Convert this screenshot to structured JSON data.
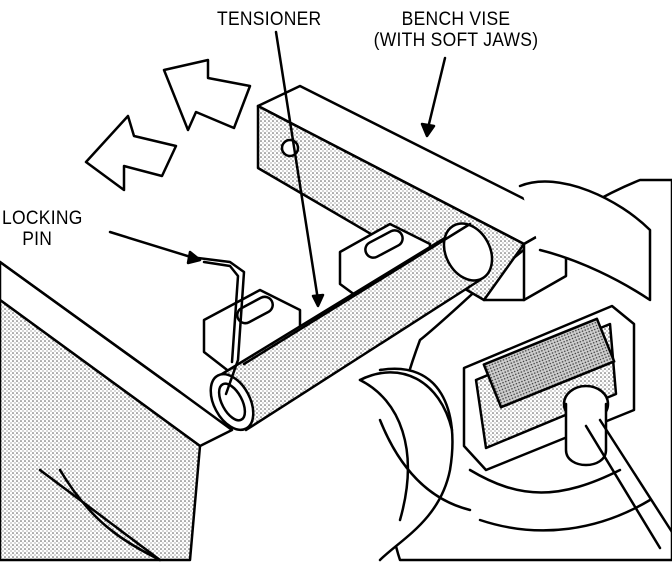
{
  "labels": {
    "tensioner": "TENSIONER",
    "bench_vise_line1": "BENCH VISE",
    "bench_vise_line2": "(WITH SOFT JAWS)",
    "locking_pin_line1": "LOCKING",
    "locking_pin_line2": "PIN"
  },
  "colors": {
    "ink": "#000000",
    "paper": "#ffffff",
    "stipple": "#9a9a9a"
  },
  "icons": [
    "double-arrow-icon"
  ]
}
